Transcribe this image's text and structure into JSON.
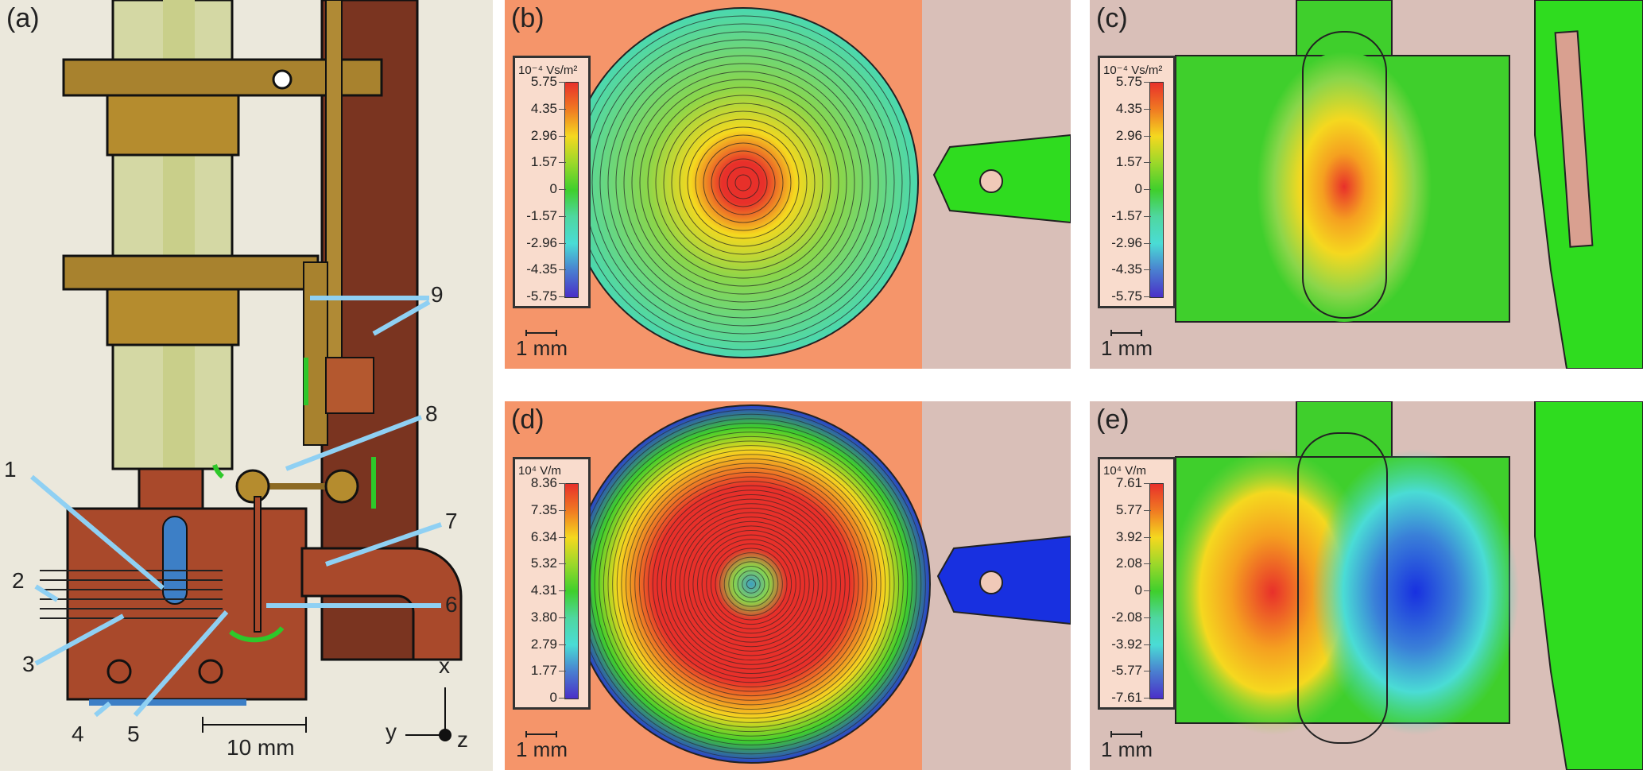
{
  "panels": {
    "a": {
      "label": "(a)",
      "callouts": [
        "1",
        "2",
        "3",
        "4",
        "5",
        "6",
        "7",
        "8",
        "9"
      ],
      "scale_label": "10 mm",
      "axes": {
        "x": "x",
        "y": "y",
        "z": "z"
      }
    },
    "b": {
      "label": "(b)",
      "unit": "10⁻⁴ Vs/m²",
      "ticks": [
        "5.75",
        "4.35",
        "2.96",
        "1.57",
        "0",
        "-1.57",
        "-2.96",
        "-4.35",
        "-5.75"
      ],
      "scale_label": "1 mm"
    },
    "c": {
      "label": "(c)",
      "unit": "10⁻⁴ Vs/m²",
      "ticks": [
        "5.75",
        "4.35",
        "2.96",
        "1.57",
        "0",
        "-1.57",
        "-2.96",
        "-4.35",
        "-5.75"
      ],
      "scale_label": "1 mm"
    },
    "d": {
      "label": "(d)",
      "unit": "10⁴ V/m",
      "ticks": [
        "8.36",
        "7.35",
        "6.34",
        "5.32",
        "4.31",
        "3.80",
        "2.79",
        "1.77",
        "0"
      ],
      "scale_label": "1 mm"
    },
    "e": {
      "label": "(e)",
      "unit": "10⁴ V/m",
      "ticks": [
        "7.61",
        "5.77",
        "3.92",
        "2.08",
        "0",
        "-2.08",
        "-3.92",
        "-5.77",
        "-7.61"
      ],
      "scale_label": "1 mm"
    }
  },
  "colors": {
    "background_a": "#ebe8dc",
    "copper": "#a9492b",
    "brass": "#a8822e",
    "salmon": "#f5956a",
    "green": "#2fdc1f",
    "arrow_blue": "#8fd0f3",
    "arrow_green": "#2ec82a"
  }
}
